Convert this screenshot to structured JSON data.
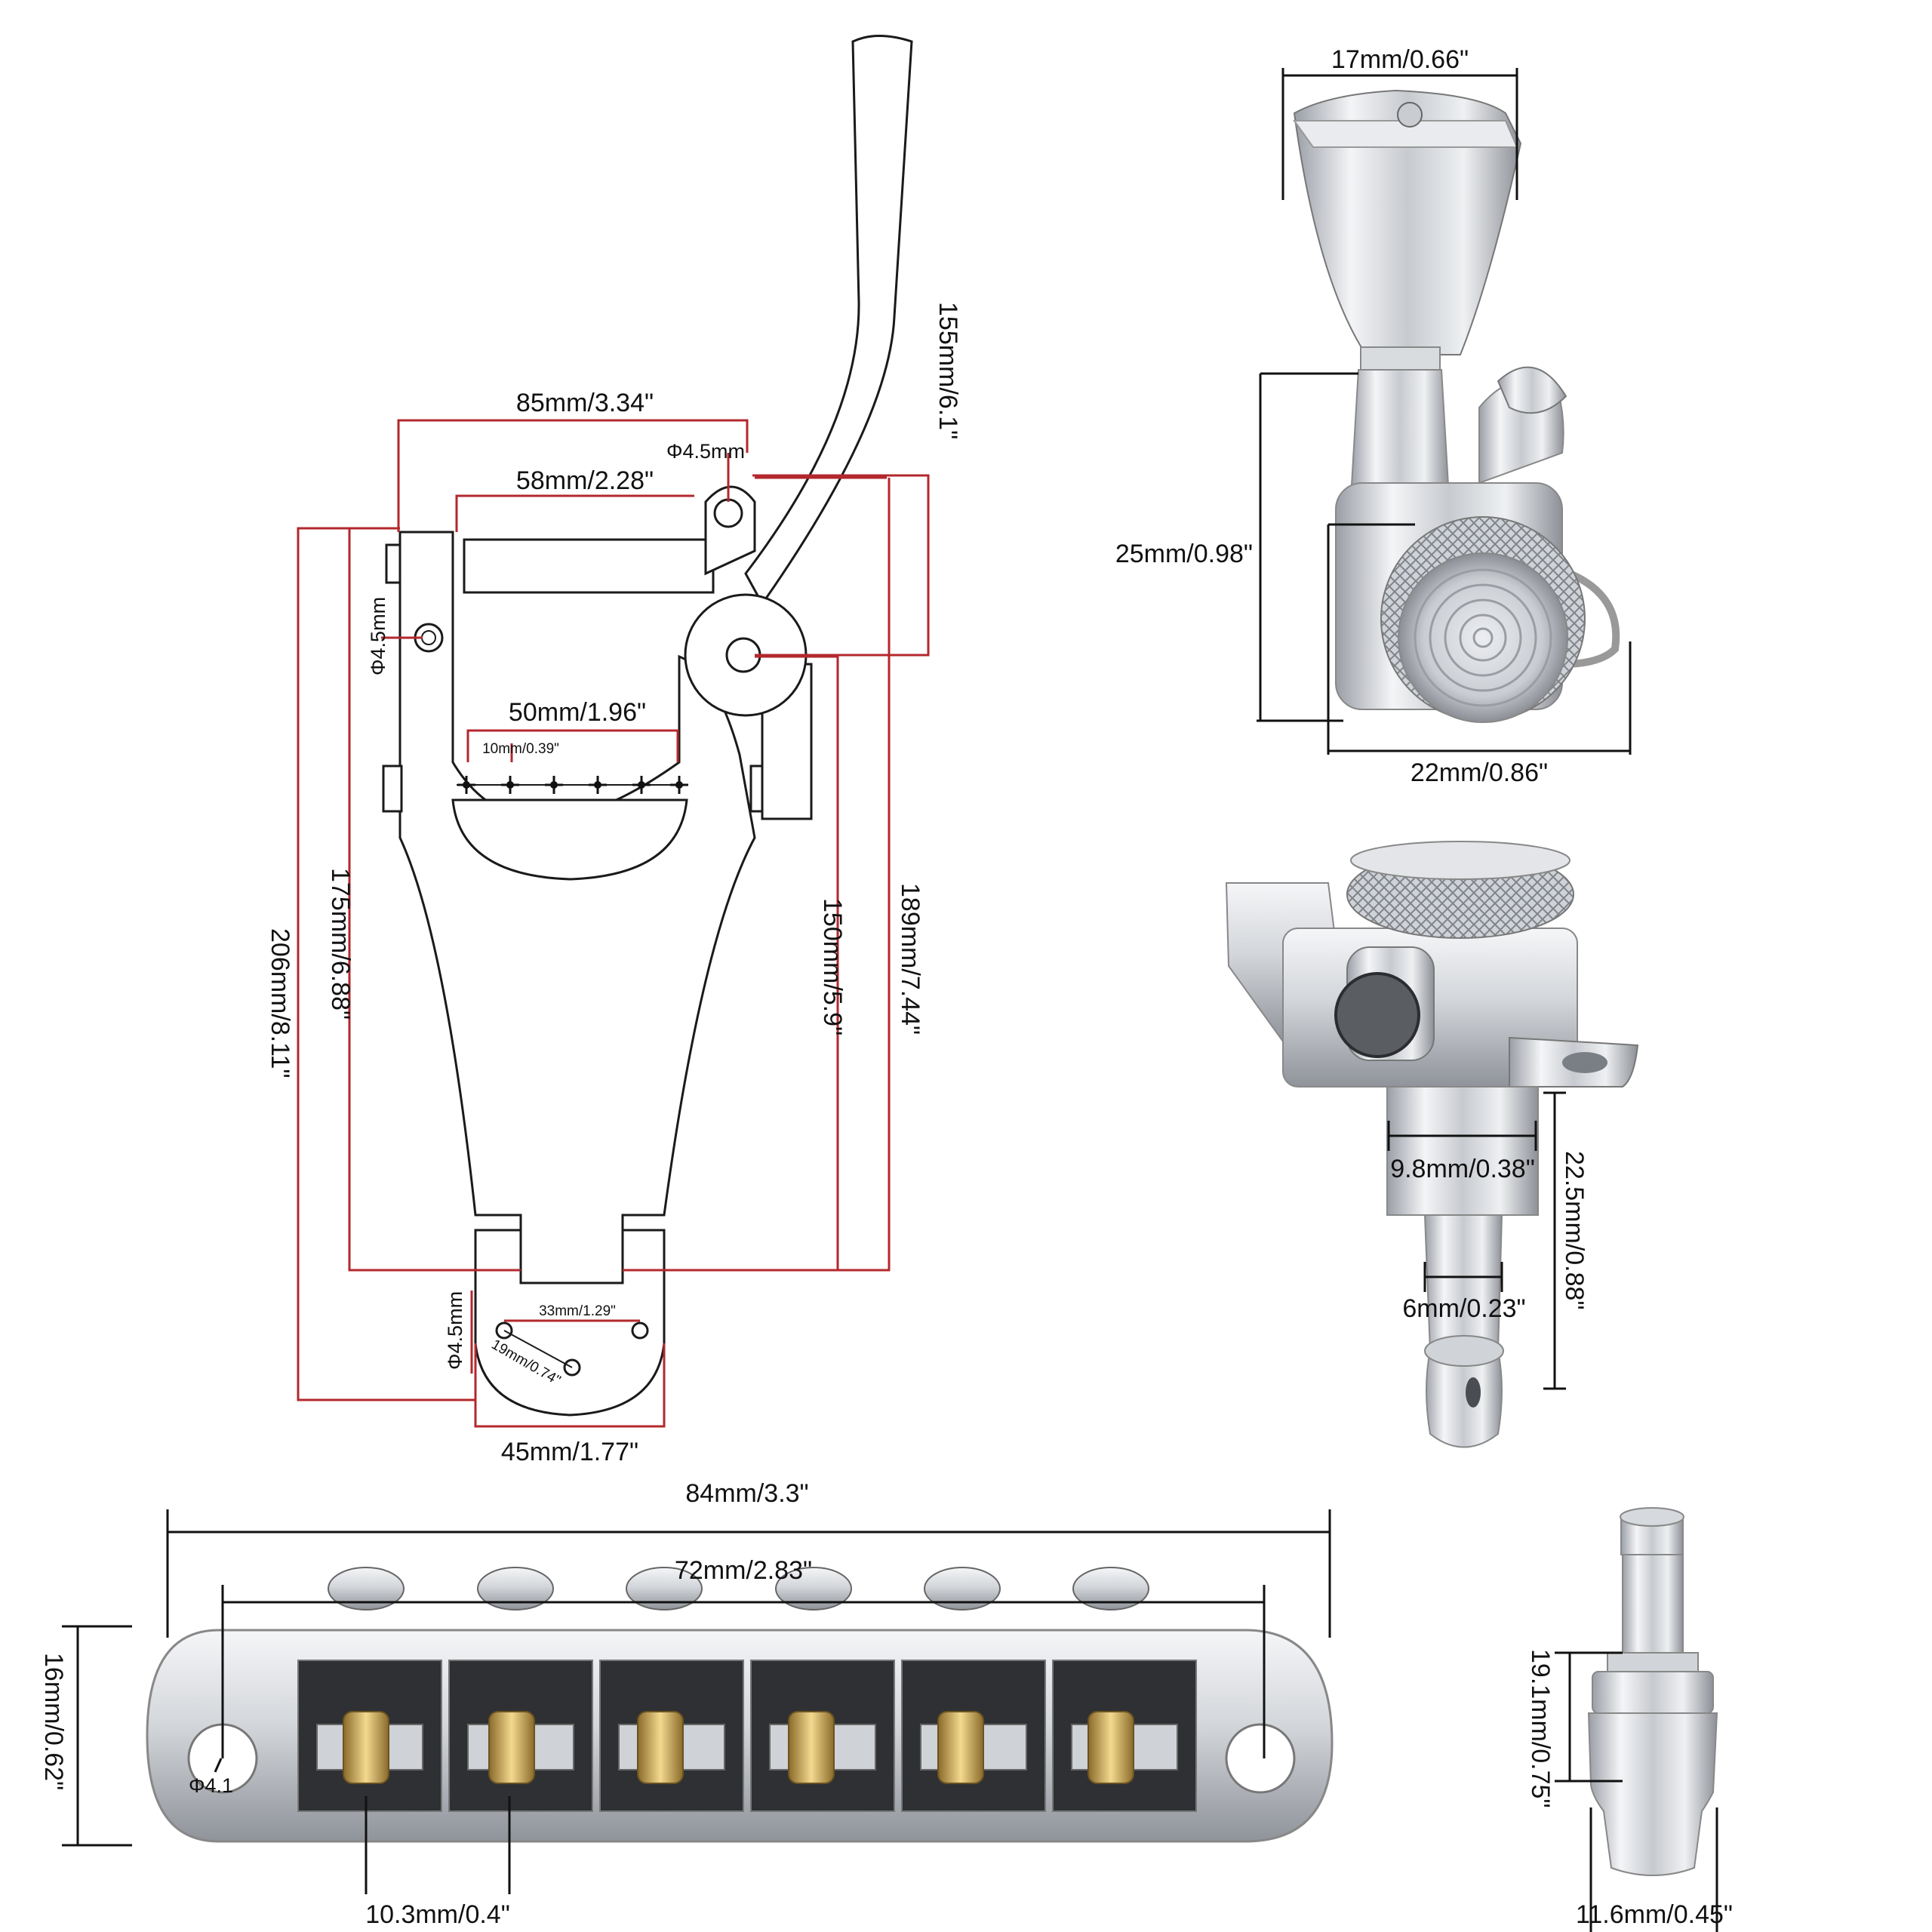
{
  "tailpiece": {
    "dims": {
      "width_outer": "85mm/3.34\"",
      "width_inner": "58mm/2.28\"",
      "arm_length": "155mm/6.1\"",
      "hole_top": "Φ4.5mm",
      "hole_left": "Φ4.5mm",
      "hole_bottom": "Φ4.5mm",
      "string_row": "50mm/1.96\"",
      "string_spacing": "10mm/0.39\"",
      "height_175": "175mm/6.88\"",
      "height_206": "206mm/8.11\"",
      "height_150": "150mm/5.9\"",
      "height_189": "189mm/7.44\"",
      "tail_holes": "33mm/1.29\"",
      "tail_offset": "19mm/0.74\"",
      "tail_width": "45mm/1.77\""
    }
  },
  "tuner": {
    "dims": {
      "button_width": "17mm/0.66\"",
      "height": "25mm/0.98\"",
      "depth": "22mm/0.86\"",
      "post_diameter": "9.8mm/0.38\"",
      "post_tip": "6mm/0.23\"",
      "post_height": "22.5mm/0.88\""
    }
  },
  "bridge": {
    "dims": {
      "total_length": "84mm/3.3\"",
      "hole_spacing": "72mm/2.83\"",
      "height": "16mm/0.62\"",
      "hole_diameter": "Φ4.1",
      "saddle_spacing": "10.3mm/0.4\""
    }
  },
  "stud": {
    "dims": {
      "height": "19.1mm/0.75\"",
      "diameter": "11.6mm/0.45\""
    }
  }
}
